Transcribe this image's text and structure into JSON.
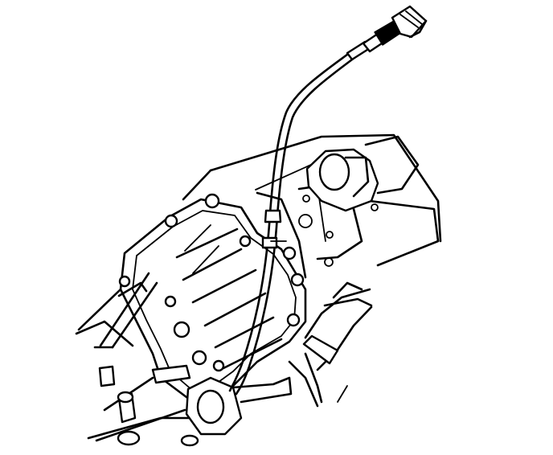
{
  "figure": {
    "background": "#ffffff",
    "line_color": "#000000",
    "components": [
      "transmission-case",
      "speed-sensor-cable",
      "cable-connector",
      "crossmember-mount",
      "exhaust-pipe",
      "mounting-bolts"
    ]
  }
}
